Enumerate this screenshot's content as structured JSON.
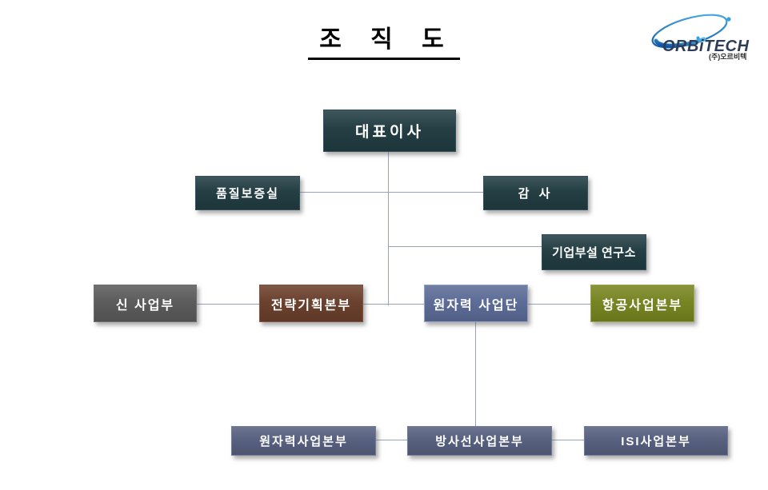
{
  "title": "조 직 도",
  "logo": {
    "brand": "ORBiTECH",
    "caption": "(주)오르비텍",
    "swoosh_color_start": "#0d4f9e",
    "swoosh_color_end": "#53b5ea",
    "brand_color": "#2e3d57"
  },
  "connector_color": "#98a2b8",
  "boxes": {
    "ceo": {
      "label": "대표이사",
      "color": "#203b41"
    },
    "qa": {
      "label": "품질보증실",
      "color": "#203b41"
    },
    "audit": {
      "label": "감 사",
      "color": "#203b41"
    },
    "research": {
      "label": "기업부설 연구소",
      "color": "#203b41"
    },
    "newbiz": {
      "label": "신 사업부",
      "color": "#595959"
    },
    "strategy": {
      "label": "전략기획본부",
      "color": "#693e2b"
    },
    "nuclear_group": {
      "label": "원자력 사업단",
      "color": "#5a6a95"
    },
    "aviation": {
      "label": "항공사업본부",
      "color": "#76831f"
    },
    "nuclear_hq": {
      "label": "원자력사업본부",
      "color": "#555e7d"
    },
    "radiation_hq": {
      "label": "방사선사업본부",
      "color": "#555e7d"
    },
    "isi_hq": {
      "label": "ISI사업본부",
      "color": "#555e7d"
    }
  }
}
